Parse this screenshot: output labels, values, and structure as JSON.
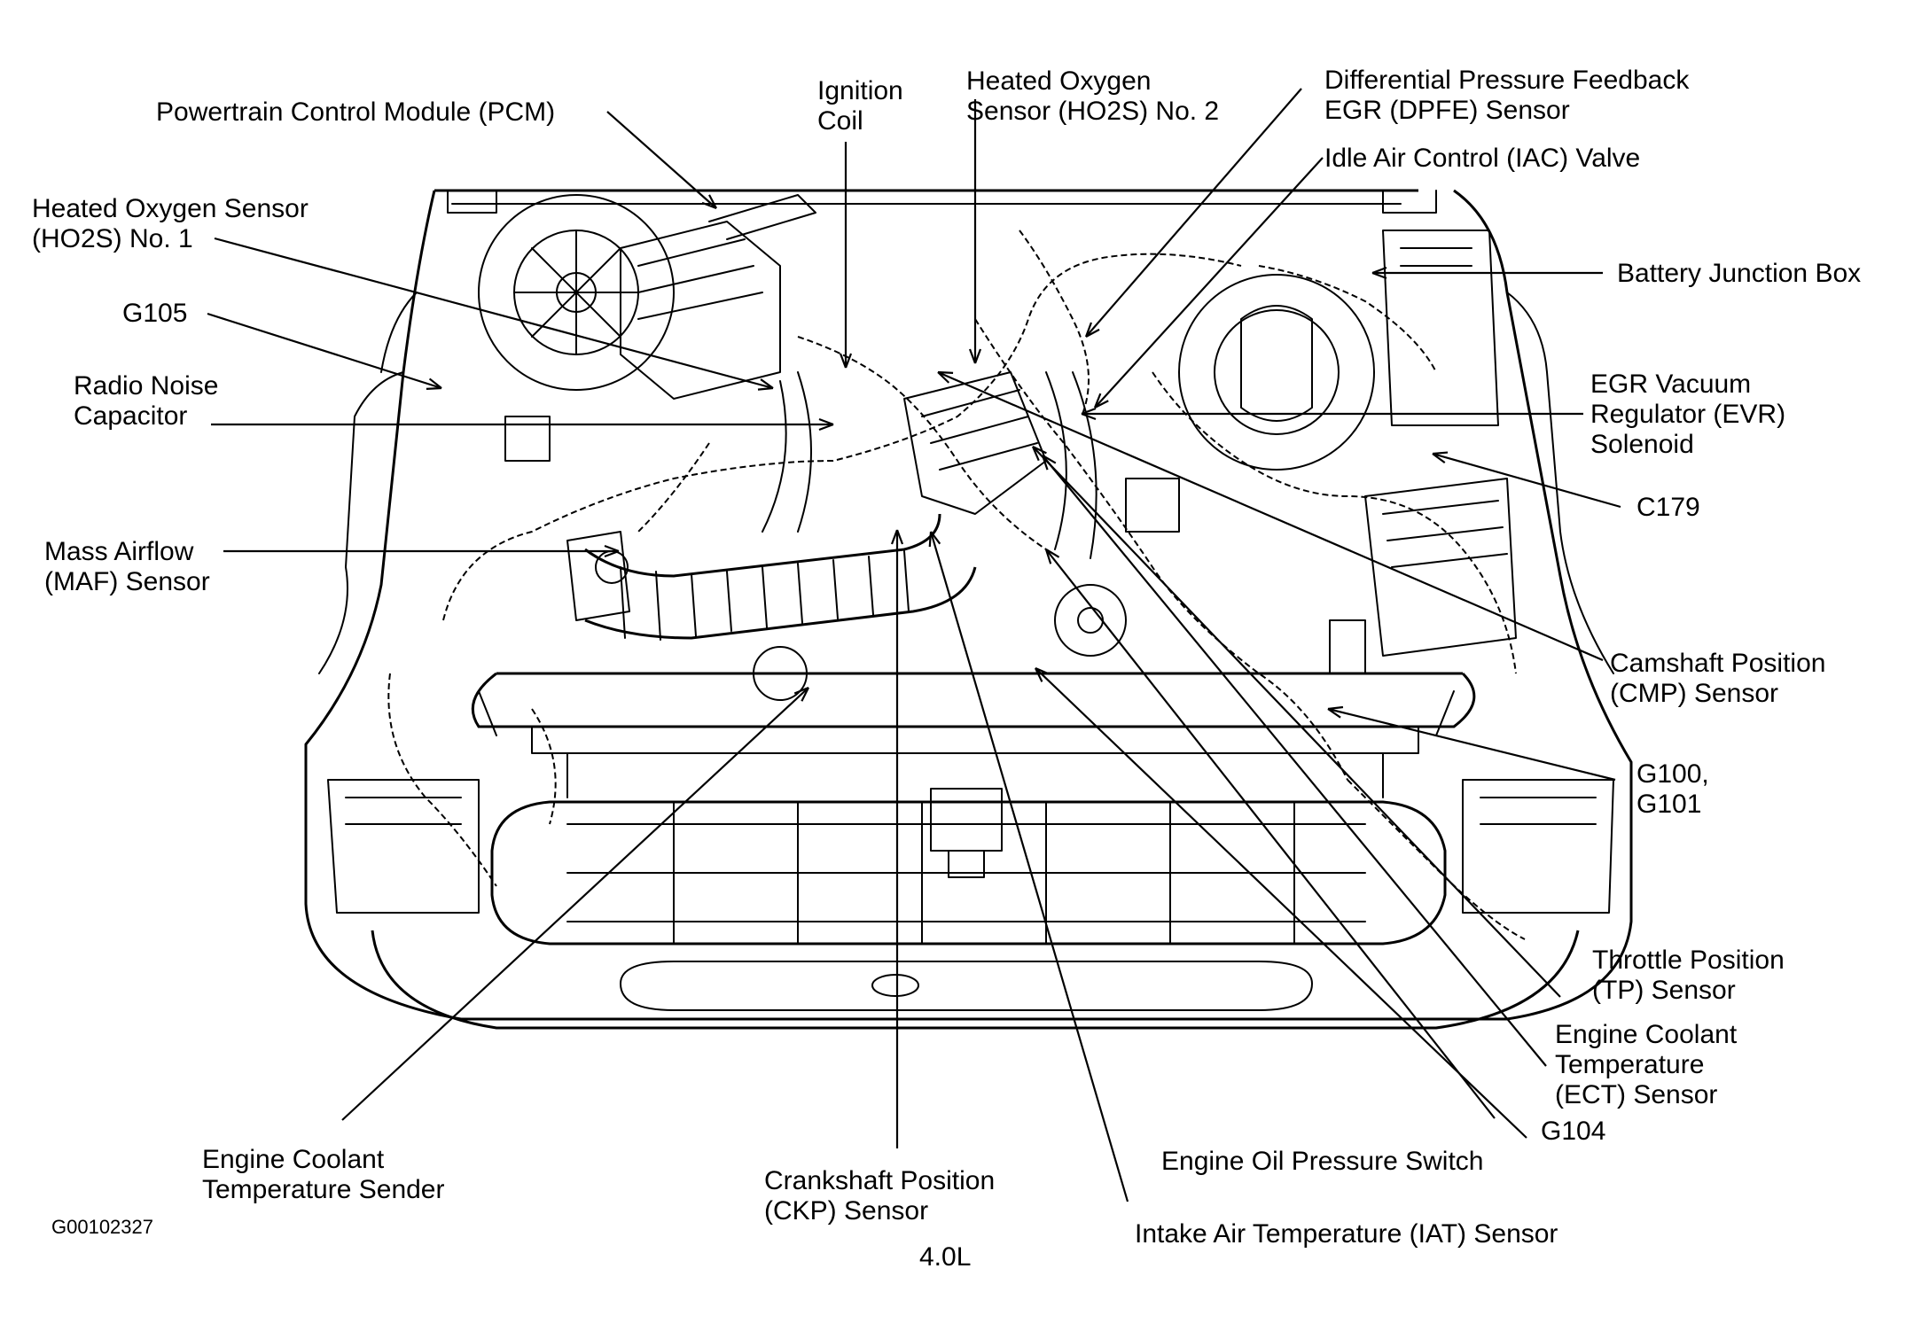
{
  "figure_code": "G00102327",
  "engine_label": "4.0L",
  "callouts": [
    {
      "id": "pcm",
      "lines": [
        "Powertrain Control Module (PCM)"
      ]
    },
    {
      "id": "ignition-coil",
      "lines": [
        "Ignition",
        "Coil"
      ]
    },
    {
      "id": "ho2s-2",
      "lines": [
        "Heated Oxygen",
        "Sensor (HO2S) No. 2"
      ]
    },
    {
      "id": "dpfe",
      "lines": [
        "Differential Pressure Feedback",
        "EGR (DPFE) Sensor"
      ]
    },
    {
      "id": "iac",
      "lines": [
        "Idle Air Control (IAC) Valve"
      ]
    },
    {
      "id": "battery-junction-box",
      "lines": [
        "Battery Junction Box"
      ]
    },
    {
      "id": "ho2s-1",
      "lines": [
        "Heated Oxygen Sensor",
        "(HO2S) No. 1"
      ]
    },
    {
      "id": "g105",
      "lines": [
        "G105"
      ]
    },
    {
      "id": "radio-noise-capacitor",
      "lines": [
        "Radio Noise",
        "Capacitor"
      ]
    },
    {
      "id": "evr",
      "lines": [
        "EGR Vacuum",
        "Regulator (EVR)",
        "Solenoid"
      ]
    },
    {
      "id": "c179",
      "lines": [
        "C179"
      ]
    },
    {
      "id": "maf",
      "lines": [
        "Mass Airflow",
        "(MAF) Sensor"
      ]
    },
    {
      "id": "cmp",
      "lines": [
        "Camshaft Position",
        "(CMP) Sensor"
      ]
    },
    {
      "id": "g100-g101",
      "lines": [
        "G100,",
        "G101"
      ]
    },
    {
      "id": "tp",
      "lines": [
        "Throttle Position",
        "(TP) Sensor"
      ]
    },
    {
      "id": "ect-sensor",
      "lines": [
        "Engine Coolant",
        "Temperature",
        "(ECT) Sensor"
      ]
    },
    {
      "id": "g104",
      "lines": [
        "G104"
      ]
    },
    {
      "id": "oil-pressure-switch",
      "lines": [
        "Engine Oil Pressure Switch"
      ]
    },
    {
      "id": "ect-sender",
      "lines": [
        "Engine Coolant",
        "Temperature Sender"
      ]
    },
    {
      "id": "ckp",
      "lines": [
        "Crankshaft Position",
        "(CKP) Sensor"
      ]
    },
    {
      "id": "iat",
      "lines": [
        "Intake Air Temperature (IAT) Sensor"
      ]
    }
  ]
}
